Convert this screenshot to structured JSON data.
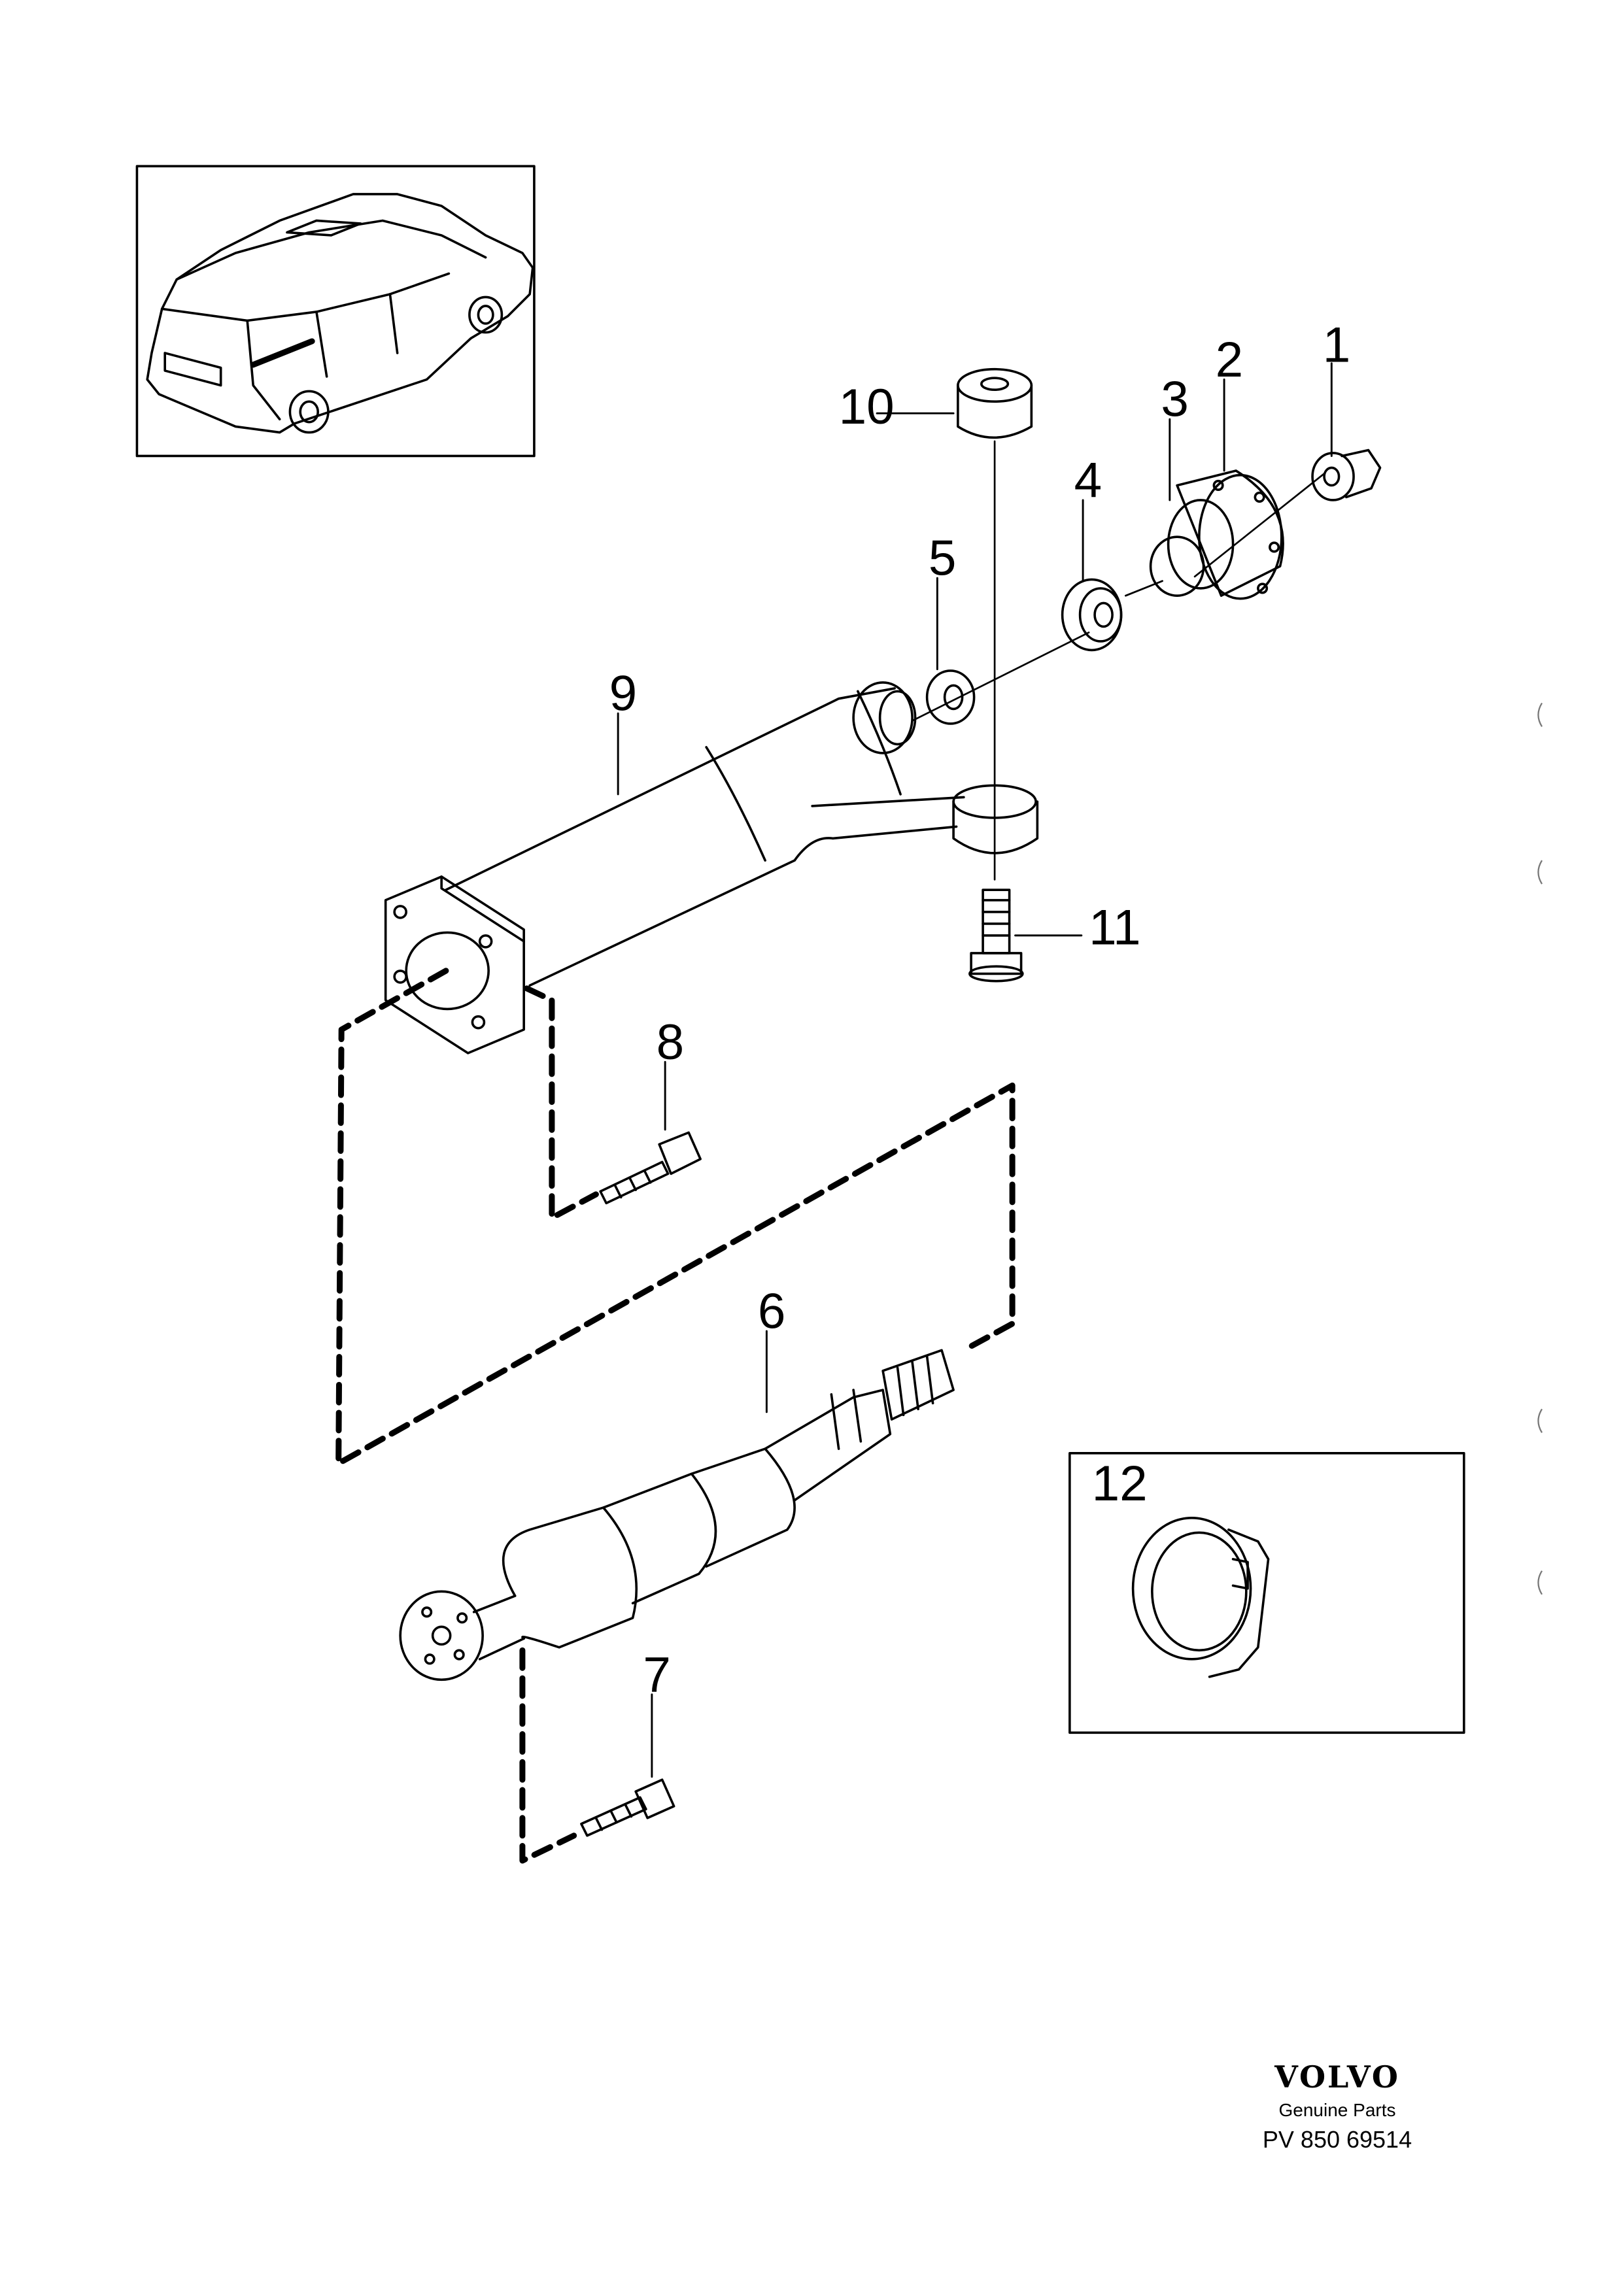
{
  "callouts": {
    "c1": "1",
    "c2": "2",
    "c3": "3",
    "c4": "4",
    "c5": "5",
    "c6": "6",
    "c7": "7",
    "c8": "8",
    "c9": "9",
    "c10": "10",
    "c11": "11",
    "c12": "12"
  },
  "brand": {
    "logo": "VOLVO",
    "tagline": "Genuine Parts",
    "code": "PV 850 69514"
  }
}
